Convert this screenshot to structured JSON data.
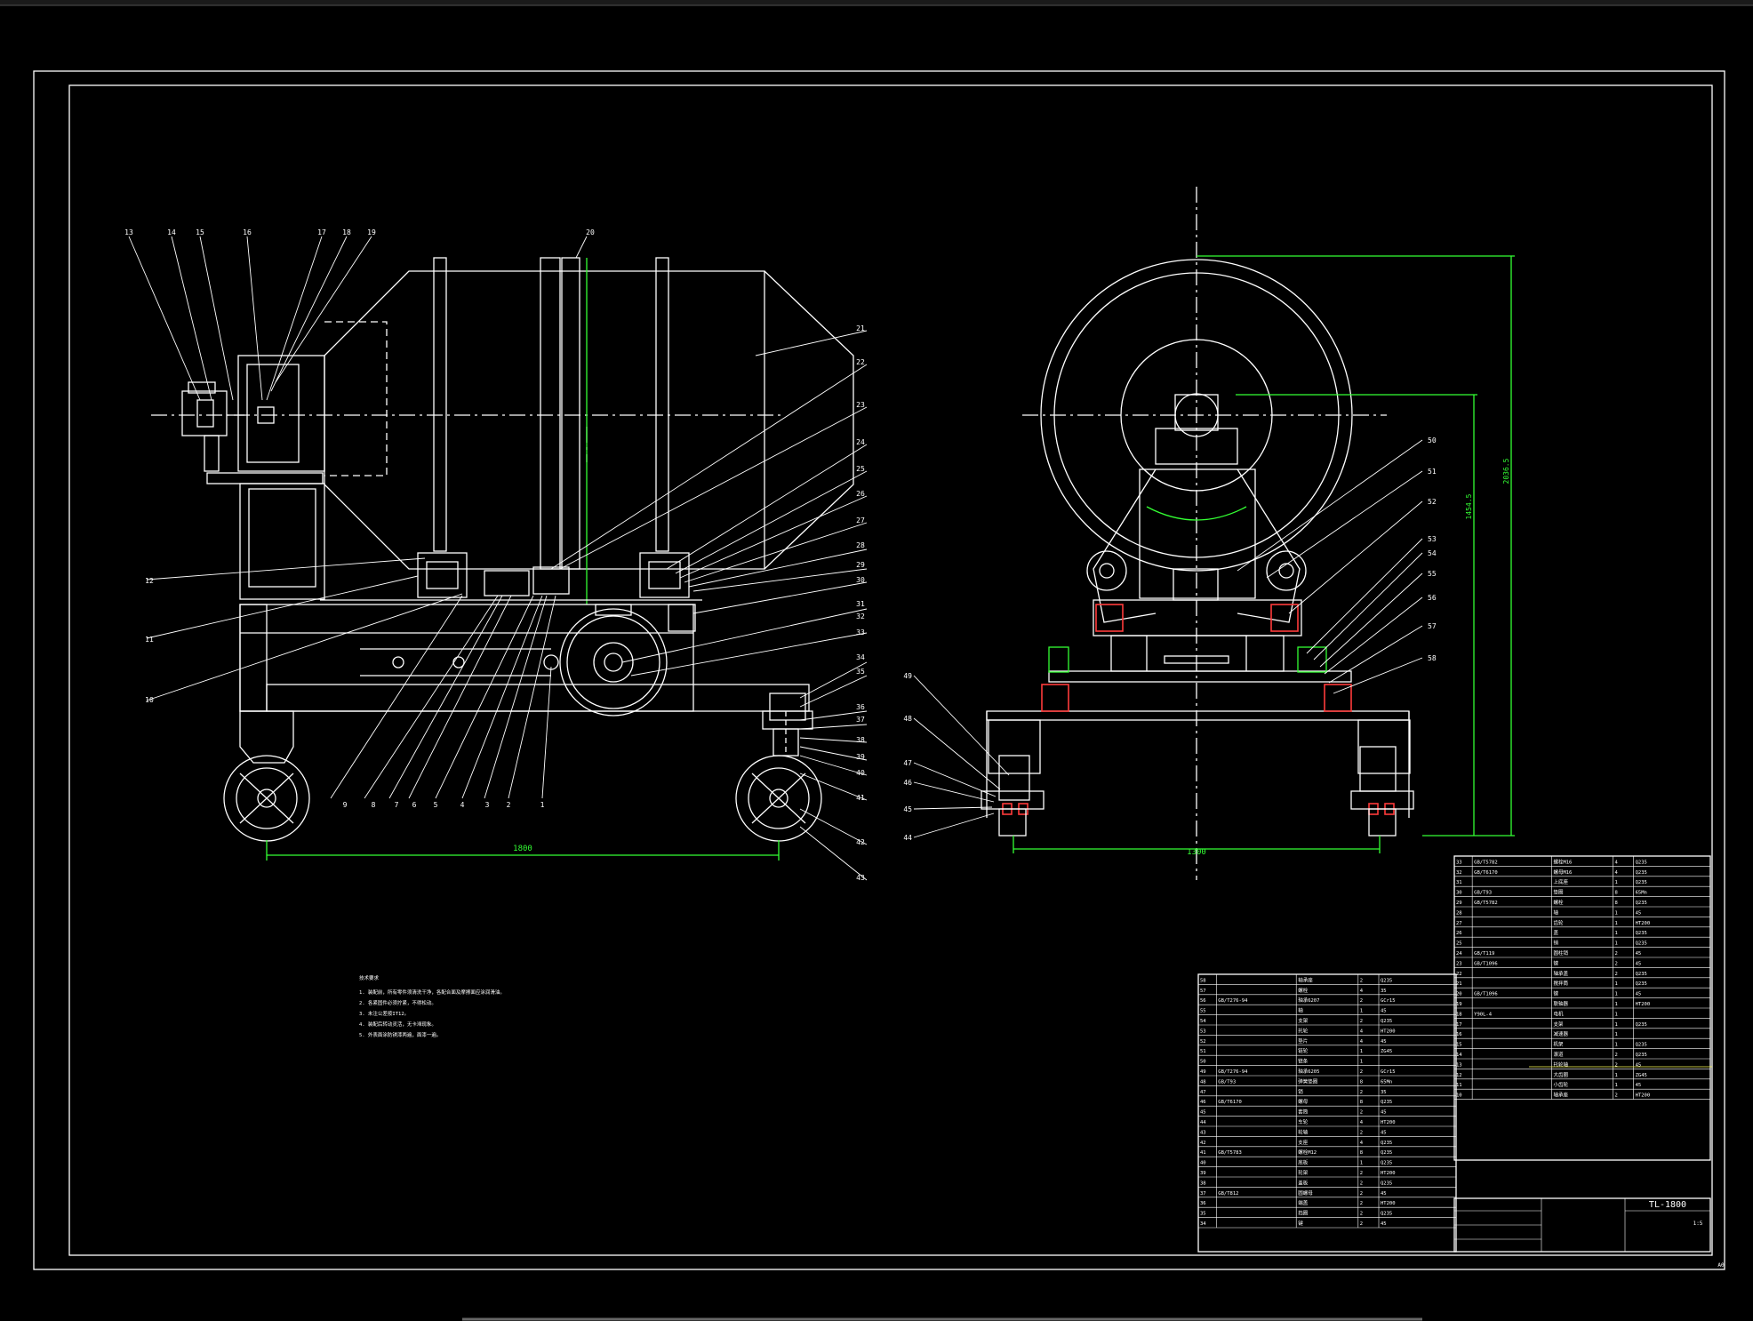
{
  "colors": {
    "background": "#000000",
    "line": "#ffffff",
    "dimension": "#33ff33",
    "section": "#ff3b3b",
    "highlight": "#ffff55"
  },
  "left_view": {
    "callouts": [
      "1",
      "2",
      "3",
      "4",
      "5",
      "6",
      "7",
      "8",
      "9",
      "10",
      "11",
      "12",
      "13",
      "14",
      "15",
      "16",
      "17",
      "18",
      "19",
      "20",
      "21",
      "22",
      "23",
      "24",
      "25",
      "26",
      "27",
      "28",
      "29",
      "30",
      "31",
      "32",
      "33",
      "34",
      "35",
      "36",
      "37",
      "38",
      "39",
      "40",
      "41",
      "42",
      "43"
    ],
    "dimension": "1800"
  },
  "right_view": {
    "callouts": [
      "44",
      "45",
      "46",
      "47",
      "48",
      "49",
      "50",
      "51",
      "52",
      "53",
      "54",
      "55",
      "56",
      "57",
      "58"
    ],
    "dimension_width": "1300",
    "dimension_height_outer": "2036.5",
    "dimension_height_inner": "1454.5"
  },
  "notes": {
    "title": "技术要求",
    "lines": [
      "1. 装配前，所有零件须清洗干净，各配合面及摩擦面应涂润滑油。",
      "2. 各紧固件必须拧紧，不得松动。",
      "3. 未注公差按IT12。",
      "4. 装配后转动灵活，无卡滞现象。",
      "5. 外表面涂防锈漆两遍，面漆一遍。"
    ]
  },
  "title_block": {
    "drawing_code": "TL-1800",
    "scale": "1:5",
    "sheet": "A0"
  },
  "parts_left": [
    {
      "no": "58",
      "code": "",
      "name": "轴承座",
      "qty": "2",
      "mat": "Q235"
    },
    {
      "no": "57",
      "code": "",
      "name": "螺栓",
      "qty": "4",
      "mat": "35"
    },
    {
      "no": "56",
      "code": "GB/T276-94",
      "name": "轴承6207",
      "qty": "2",
      "mat": "GCr15"
    },
    {
      "no": "55",
      "code": "",
      "name": "轴",
      "qty": "1",
      "mat": "45"
    },
    {
      "no": "54",
      "code": "",
      "name": "支架",
      "qty": "2",
      "mat": "Q235"
    },
    {
      "no": "53",
      "code": "",
      "name": "托轮",
      "qty": "4",
      "mat": "HT200"
    },
    {
      "no": "52",
      "code": "",
      "name": "垫片",
      "qty": "4",
      "mat": "45"
    },
    {
      "no": "51",
      "code": "",
      "name": "链轮",
      "qty": "1",
      "mat": "ZG45"
    },
    {
      "no": "50",
      "code": "",
      "name": "链条",
      "qty": "1",
      "mat": ""
    },
    {
      "no": "49",
      "code": "GB/T276-94",
      "name": "轴承6205",
      "qty": "2",
      "mat": "GCr15"
    },
    {
      "no": "48",
      "code": "GB/T93",
      "name": "弹簧垫圈",
      "qty": "8",
      "mat": "65Mn"
    },
    {
      "no": "47",
      "code": "",
      "name": "销",
      "qty": "2",
      "mat": "35"
    },
    {
      "no": "46",
      "code": "GB/T6170",
      "name": "螺母",
      "qty": "8",
      "mat": "Q235"
    },
    {
      "no": "45",
      "code": "",
      "name": "套筒",
      "qty": "2",
      "mat": "45"
    },
    {
      "no": "44",
      "code": "",
      "name": "车轮",
      "qty": "4",
      "mat": "HT200"
    },
    {
      "no": "43",
      "code": "",
      "name": "轮轴",
      "qty": "2",
      "mat": "45"
    },
    {
      "no": "42",
      "code": "",
      "name": "支座",
      "qty": "4",
      "mat": "Q235"
    },
    {
      "no": "41",
      "code": "GB/T5783",
      "name": "螺栓M12",
      "qty": "8",
      "mat": "Q235"
    },
    {
      "no": "40",
      "code": "",
      "name": "底板",
      "qty": "1",
      "mat": "Q235"
    },
    {
      "no": "39",
      "code": "",
      "name": "轮架",
      "qty": "2",
      "mat": "HT200"
    },
    {
      "no": "38",
      "code": "",
      "name": "盖板",
      "qty": "2",
      "mat": "Q235"
    },
    {
      "no": "37",
      "code": "GB/T812",
      "name": "圆螺母",
      "qty": "2",
      "mat": "45"
    },
    {
      "no": "36",
      "code": "",
      "name": "端盖",
      "qty": "2",
      "mat": "HT200"
    },
    {
      "no": "35",
      "code": "",
      "name": "挡圈",
      "qty": "2",
      "mat": "Q235"
    },
    {
      "no": "34",
      "code": "",
      "name": "键",
      "qty": "2",
      "mat": "45"
    }
  ],
  "parts_right": [
    {
      "no": "33",
      "code": "GB/T5782",
      "name": "螺栓M16",
      "qty": "4",
      "mat": "Q235"
    },
    {
      "no": "32",
      "code": "GB/T6170",
      "name": "螺母M16",
      "qty": "4",
      "mat": "Q235"
    },
    {
      "no": "31",
      "code": "",
      "name": "上底座",
      "qty": "1",
      "mat": "Q235"
    },
    {
      "no": "30",
      "code": "GB/T93",
      "name": "垫圈",
      "qty": "8",
      "mat": "65Mn"
    },
    {
      "no": "29",
      "code": "GB/T5782",
      "name": "螺栓",
      "qty": "8",
      "mat": "Q235"
    },
    {
      "no": "28",
      "code": "",
      "name": "轴",
      "qty": "1",
      "mat": "45"
    },
    {
      "no": "27",
      "code": "",
      "name": "齿轮",
      "qty": "1",
      "mat": "HT200"
    },
    {
      "no": "26",
      "code": "",
      "name": "盖",
      "qty": "1",
      "mat": "Q235"
    },
    {
      "no": "25",
      "code": "",
      "name": "销",
      "qty": "1",
      "mat": "Q235"
    },
    {
      "no": "24",
      "code": "GB/T119",
      "name": "圆柱销",
      "qty": "2",
      "mat": "45"
    },
    {
      "no": "23",
      "code": "GB/T1096",
      "name": "键",
      "qty": "2",
      "mat": "45"
    },
    {
      "no": "22",
      "code": "",
      "name": "轴承盖",
      "qty": "2",
      "mat": "Q235"
    },
    {
      "no": "21",
      "code": "",
      "name": "搅拌筒",
      "qty": "1",
      "mat": "Q235"
    },
    {
      "no": "20",
      "code": "GB/T1096",
      "name": "键",
      "qty": "1",
      "mat": "45"
    },
    {
      "no": "19",
      "code": "",
      "name": "联轴器",
      "qty": "1",
      "mat": "HT200"
    },
    {
      "no": "18",
      "code": "Y90L-4",
      "name": "电机",
      "qty": "1",
      "mat": ""
    },
    {
      "no": "17",
      "code": "",
      "name": "支架",
      "qty": "1",
      "mat": "Q235"
    },
    {
      "no": "16",
      "code": "",
      "name": "减速器",
      "qty": "1",
      "mat": ""
    },
    {
      "no": "15",
      "code": "",
      "name": "机架",
      "qty": "1",
      "mat": "Q235"
    },
    {
      "no": "14",
      "code": "",
      "name": "滚道",
      "qty": "2",
      "mat": "Q235"
    },
    {
      "no": "13",
      "code": "",
      "name": "托轮轴",
      "qty": "2",
      "mat": "45"
    },
    {
      "no": "12",
      "code": "",
      "name": "大齿圈",
      "qty": "1",
      "mat": "ZG45"
    },
    {
      "no": "11",
      "code": "",
      "name": "小齿轮",
      "qty": "1",
      "mat": "45"
    },
    {
      "no": "10",
      "code": "",
      "name": "轴承座",
      "qty": "2",
      "mat": "HT200"
    }
  ]
}
